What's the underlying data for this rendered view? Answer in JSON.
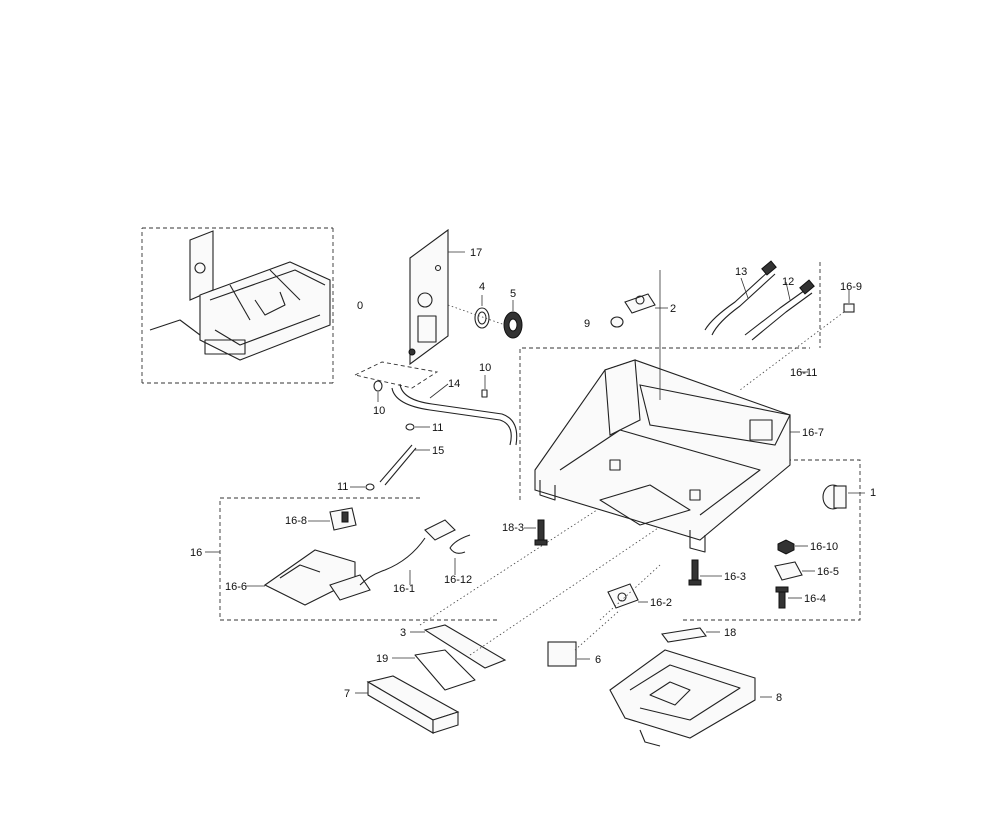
{
  "labels": {
    "l_0": "0",
    "l_17": "17",
    "l_4": "4",
    "l_5": "5",
    "l_13": "13",
    "l_12": "12",
    "l_16_9": "16-9",
    "l_2": "2",
    "l_9": "9",
    "l_10a": "10",
    "l_10b": "10",
    "l_14": "14",
    "l_11a": "11",
    "l_15": "15",
    "l_11b": "11",
    "l_16_11": "16-11",
    "l_16_7": "16-7",
    "l_1": "1",
    "l_16": "16",
    "l_16_8": "16-8",
    "l_16_6": "16-6",
    "l_16_12": "16-12",
    "l_16_1": "16-1",
    "l_18_3a": "18-3",
    "l_16_10": "16-10",
    "l_16_5": "16-5",
    "l_16_3": "16-3",
    "l_16_4": "16-4",
    "l_16_2": "16-2",
    "l_3": "3",
    "l_18": "18",
    "l_19": "19",
    "l_6": "6",
    "l_7": "7",
    "l_8": "8"
  }
}
